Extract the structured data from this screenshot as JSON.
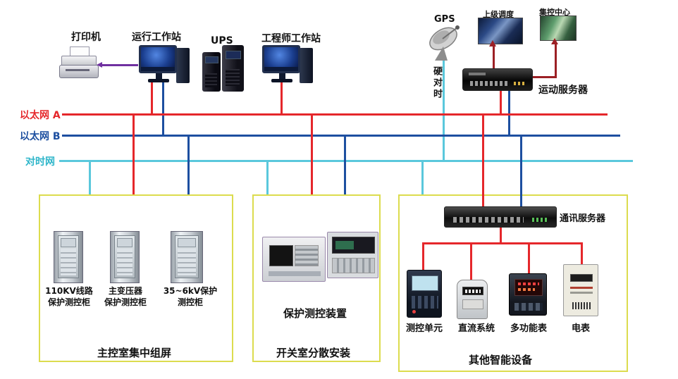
{
  "colors": {
    "bus_a": "#e5272b",
    "bus_b": "#1d4fa0",
    "bus_time": "#5ac8dc",
    "arrow_dark_red": "#9c2025",
    "printer_cable": "#7030a0",
    "box_border": "#dcdc4e"
  },
  "top": {
    "printer_label": "打印机",
    "operator_ws_label": "运行工作站",
    "ups_label": "UPS",
    "engineer_ws_label": "工程师工作站",
    "gps_label": "GPS",
    "hard_time_sync_label": "硬对时",
    "upper_dispatch_label": "上级调度",
    "central_control_label": "集控中心",
    "telecontrol_server_label": "运动服务器"
  },
  "buses": {
    "ethernet_a_label": "以太网 A",
    "ethernet_b_label": "以太网 B",
    "time_sync_label": "对时网"
  },
  "left_box": {
    "title": "主控室集中组屏",
    "cabinet1_label": "110KV线路\n保护测控柜",
    "cabinet2_label": "主变压器\n保护测控柜",
    "cabinet3_label": "35~6kV保护\n测控柜"
  },
  "middle_box": {
    "title": "开关室分散安装",
    "device_label": "保护测控装置"
  },
  "right_box": {
    "title": "其他智能设备",
    "comm_server_label": "通讯服务器",
    "device1_label": "测控单元",
    "device2_label": "直流系统",
    "device3_label": "多功能表",
    "device4_label": "电表"
  }
}
